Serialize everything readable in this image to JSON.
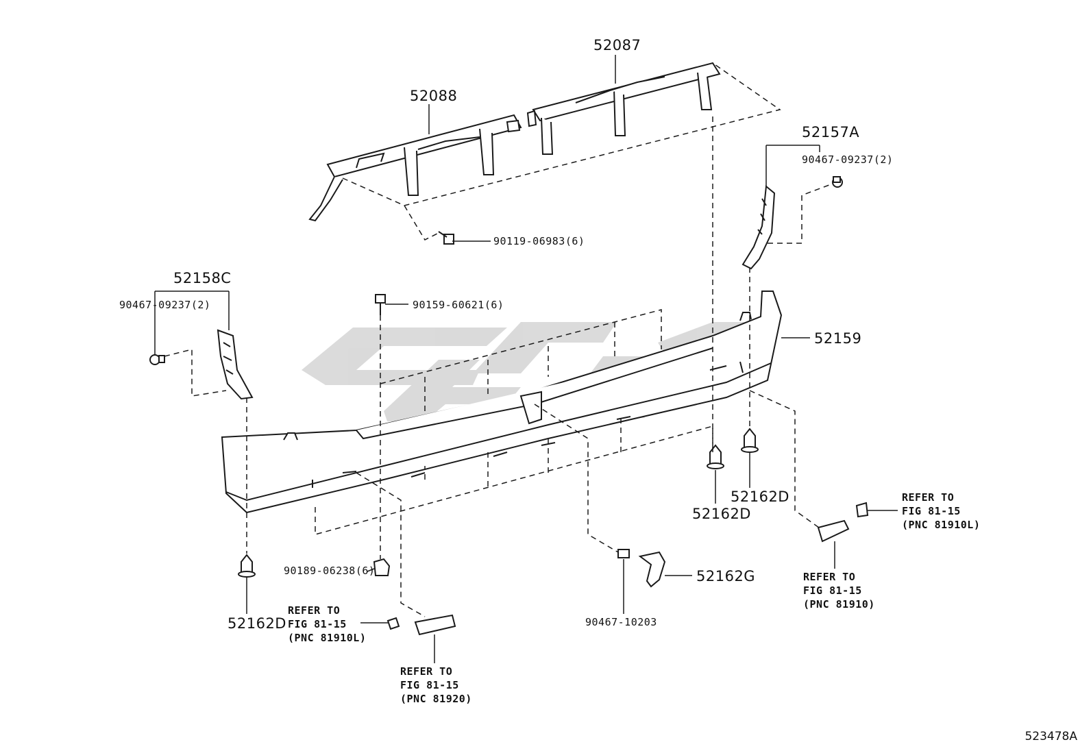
{
  "diagram": {
    "illustration_id": "523478A",
    "watermark_color": "#c8c8c8",
    "line_color": "#1a1a1a"
  },
  "labels": {
    "p52087": "52087",
    "p52088": "52088",
    "p52157A": "52157A",
    "p90467_09237_r": "90467-09237(2)",
    "p90119_06983": "90119-06983(6)",
    "p52158C": "52158C",
    "p90467_09237_l": "90467-09237(2)",
    "p90159_60621": "90159-60621(6)",
    "p52159": "52159",
    "p52162D_a": "52162D",
    "p52162D_b": "52162D",
    "p52162D_c": "52162D",
    "p90189_06238": "90189-06238(6)",
    "p52162G": "52162G",
    "p90467_10203": "90467-10203"
  },
  "refs": {
    "ref_right_upper": [
      "REFER TO",
      "FIG 81-15",
      "(PNC 81910L)"
    ],
    "ref_right_lower": [
      "REFER TO",
      "FIG 81-15",
      "(PNC 81910)"
    ],
    "ref_left_clip": [
      "REFER TO",
      "FIG 81-15",
      "(PNC 81910L)"
    ],
    "ref_left_lamp": [
      "REFER TO",
      "FIG 81-15",
      "(PNC 81920)"
    ]
  }
}
